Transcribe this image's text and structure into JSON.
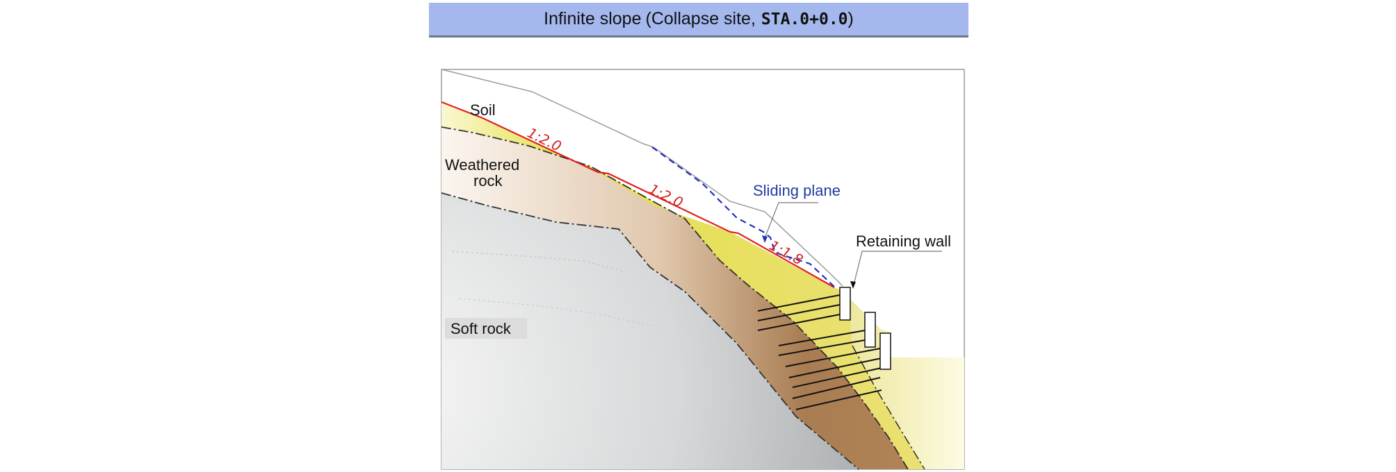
{
  "header": {
    "title_prefix": "Infinite slope",
    "title_paren_open": "(",
    "title_site": "Collapse site,",
    "title_station": "STA.0+0.0",
    "title_paren_close": ")"
  },
  "layers": {
    "soil": "Soil",
    "weathered_rock_line1": "Weathered",
    "weathered_rock_line2": "rock",
    "soft_rock": "Soft rock"
  },
  "slope_ratios": {
    "upper": "1:2.0",
    "middle": "1:2.0",
    "lower": "1:1.8"
  },
  "callouts": {
    "sliding_plane": "Sliding plane",
    "retaining_wall": "Retaining wall"
  },
  "colors": {
    "title_background": "#a4b8ee",
    "cut_slope_line": "#e02020",
    "sliding_plane_line": "#2233bb",
    "soil_fill": "#e6e25a",
    "weathered_rock_fill": "#b78a5e",
    "soft_rock_fill": "#b4b7b9"
  }
}
